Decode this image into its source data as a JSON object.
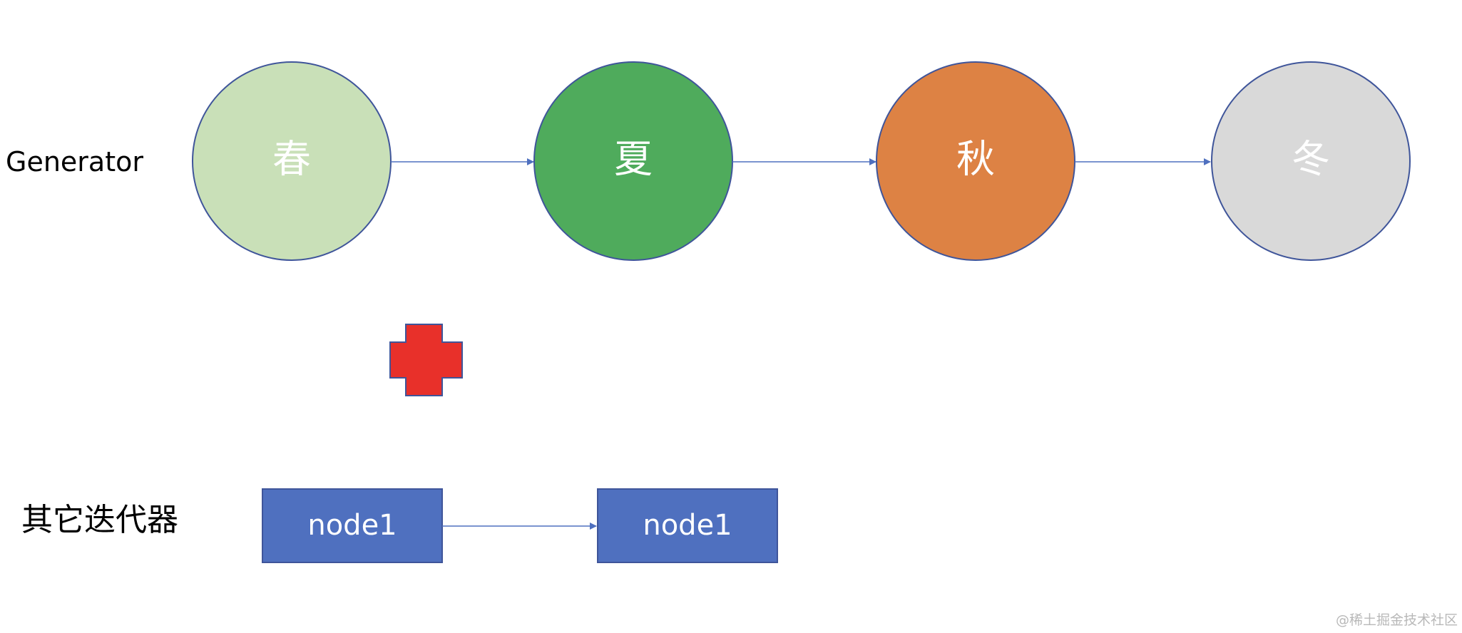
{
  "generator_row": {
    "label": "Generator",
    "seasons": [
      {
        "label": "春",
        "color": "#c9e0b8"
      },
      {
        "label": "夏",
        "color": "#4fab5c"
      },
      {
        "label": "秋",
        "color": "#dd8244"
      },
      {
        "label": "冬",
        "color": "#d9d9d9"
      }
    ]
  },
  "connector": {
    "shape": "plus-icon",
    "color": "#e8302a"
  },
  "iterator_row": {
    "label": "其它迭代器",
    "nodes": [
      {
        "label": "node1",
        "color": "#4f70bf"
      },
      {
        "label": "node1",
        "color": "#4f70bf"
      }
    ]
  },
  "edge_color": "#4f70bf",
  "outline_color": "#3f559a",
  "watermark": "@稀土掘金技术社区"
}
